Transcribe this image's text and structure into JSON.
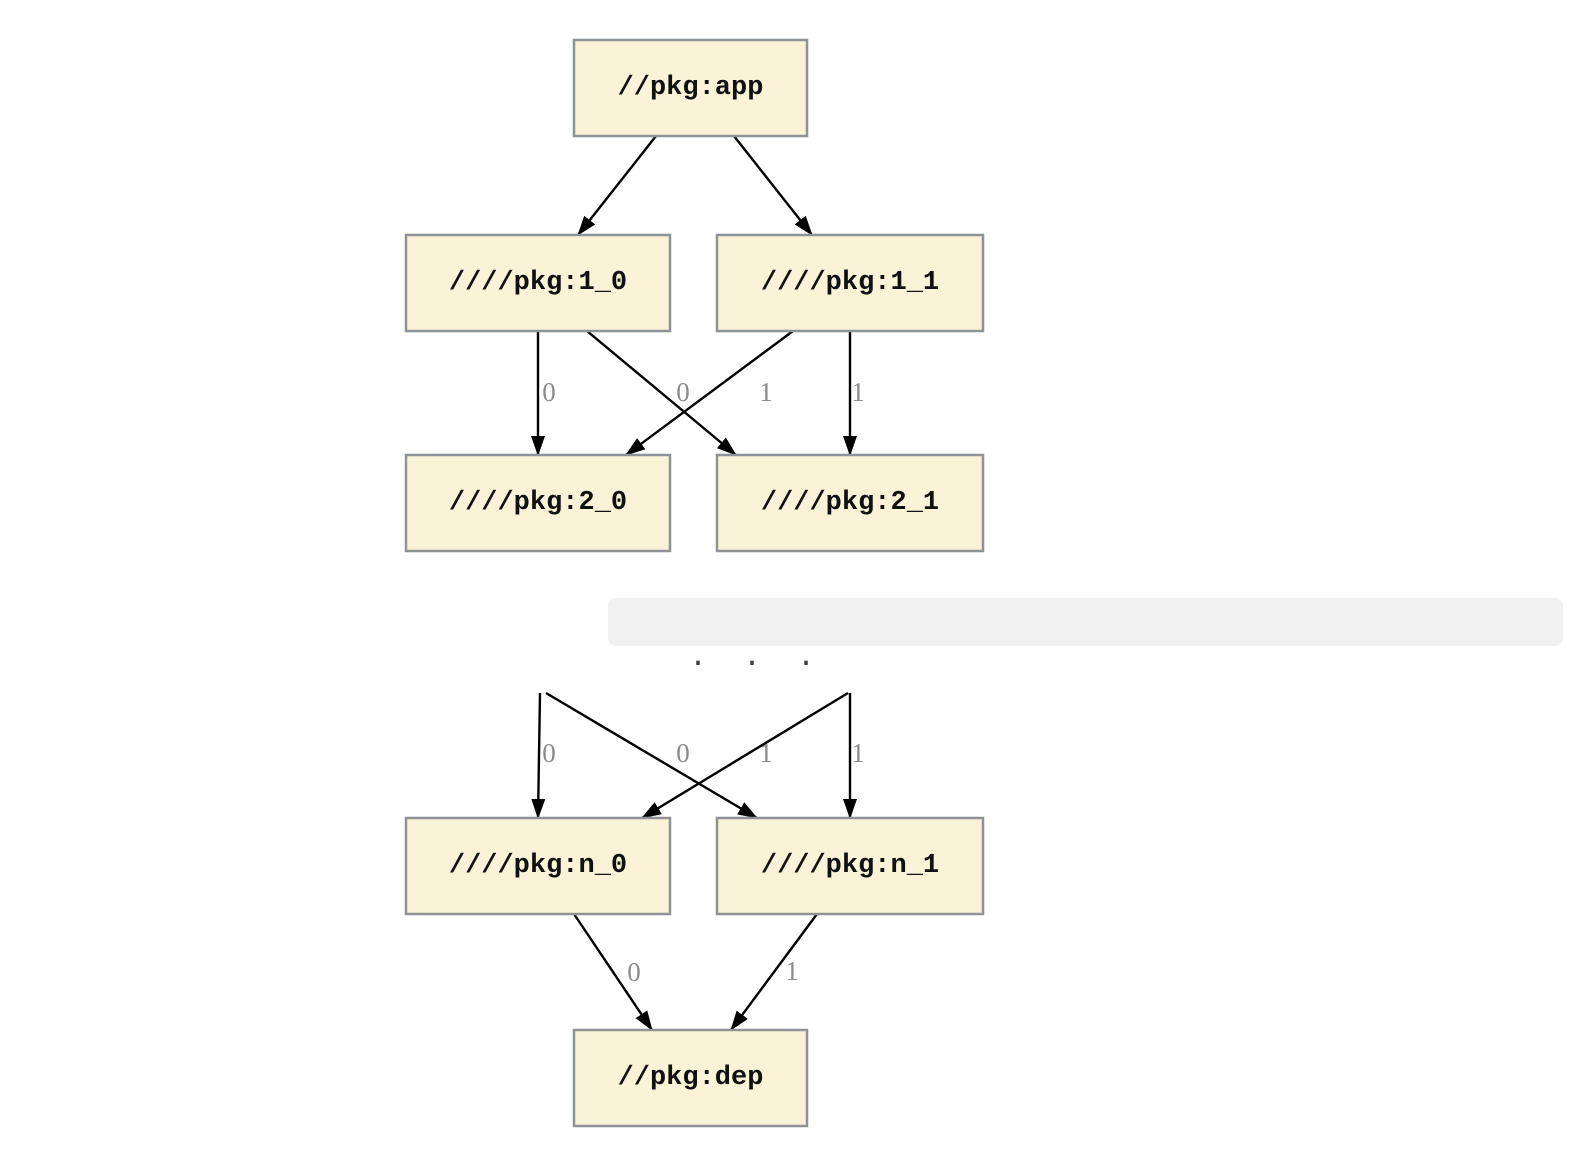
{
  "colors": {
    "background": "#ffffff",
    "node_fill": "#fbf3d7",
    "node_border": "#8d9396",
    "node_text": "#111111",
    "edge": "#000000",
    "edge_label": "#8b8b8b",
    "separator_bg": "#f1f1f1",
    "separator_text_color": "#3f3f3f"
  },
  "separator": {
    "text": ".  .  ."
  },
  "graph": {
    "nodes": [
      {
        "id": "app",
        "label": "//pkg:app"
      },
      {
        "id": "1_0",
        "label": "////pkg:1_0"
      },
      {
        "id": "1_1",
        "label": "////pkg:1_1"
      },
      {
        "id": "2_0",
        "label": "////pkg:2_0"
      },
      {
        "id": "2_1",
        "label": "////pkg:2_1"
      },
      {
        "id": "n_0",
        "label": "////pkg:n_0"
      },
      {
        "id": "n_1",
        "label": "////pkg:n_1"
      },
      {
        "id": "dep",
        "label": "//pkg:dep"
      }
    ],
    "edges": [
      {
        "from": "app",
        "to": "1_0",
        "label": ""
      },
      {
        "from": "app",
        "to": "1_1",
        "label": ""
      },
      {
        "from": "1_0",
        "to": "2_0",
        "label": "0"
      },
      {
        "from": "1_1",
        "to": "2_0",
        "label": "0"
      },
      {
        "from": "1_0",
        "to": "2_1",
        "label": "1"
      },
      {
        "from": "1_1",
        "to": "2_1",
        "label": "1"
      },
      {
        "from": null,
        "to": "n_0",
        "label": "0"
      },
      {
        "from": null,
        "to": "n_1",
        "label": "1"
      },
      {
        "from": null,
        "to": "n_0",
        "label": "0"
      },
      {
        "from": null,
        "to": "n_1",
        "label": "1"
      },
      {
        "from": "n_0",
        "to": "dep",
        "label": "0"
      },
      {
        "from": "n_1",
        "to": "dep",
        "label": "1"
      }
    ]
  }
}
